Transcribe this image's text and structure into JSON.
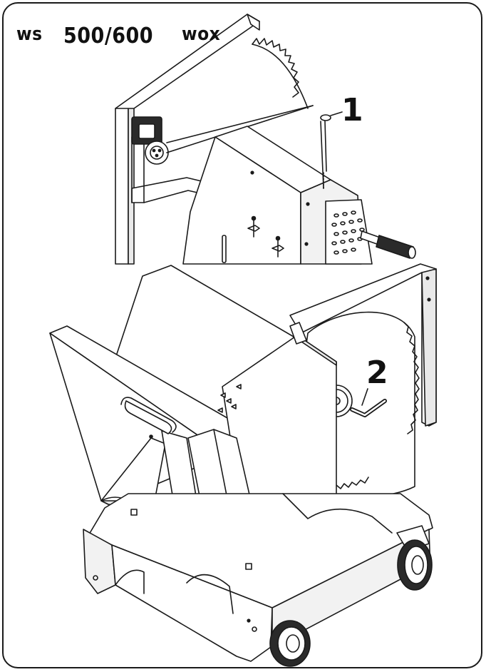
{
  "header": {
    "prefix": "ws",
    "model": "500/600",
    "suffix": "wox"
  },
  "callouts": [
    {
      "label": "1",
      "part": "locking-pin"
    },
    {
      "label": "2",
      "part": "hex-key"
    }
  ],
  "colors": {
    "line": "#1a1a1a",
    "fill": "#ffffff",
    "shade": "#e9e9e9",
    "dark": "#2a2a2a"
  }
}
